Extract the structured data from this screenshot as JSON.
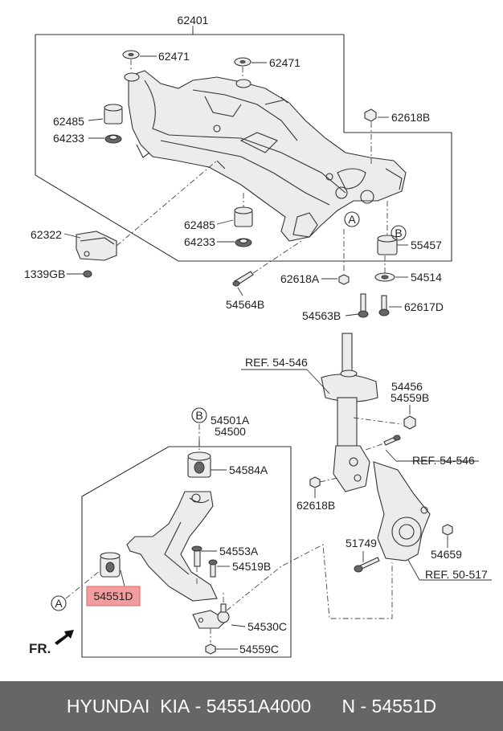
{
  "labels": {
    "p62401": "62401",
    "p62471a": "62471",
    "p62471b": "62471",
    "p62485a": "62485",
    "p64233a": "64233",
    "p62618B_top": "62618B",
    "p62485b": "62485",
    "p64233b": "64233",
    "p62322": "62322",
    "p1339GB": "1339GB",
    "p55457": "55457",
    "p62618A": "62618A",
    "p54514": "54514",
    "p54564B": "54564B",
    "p54563B": "54563B",
    "p62617D": "62617D",
    "ref54546a": "REF. 54-546",
    "p54456": "54456",
    "p54559B": "54559B",
    "ref54546b": "REF. 54-546",
    "p54501A": "54501A",
    "p54500": "54500",
    "p54584A": "54584A",
    "p62618B_mid": "62618B",
    "p54553A": "54553A",
    "p51749": "51749",
    "p54519B": "54519B",
    "p54659": "54659",
    "ref50517": "REF. 50-517",
    "p54551D": "54551D",
    "p54530C": "54530C",
    "p54559C": "54559C",
    "circle_A": "A",
    "circle_B": "B",
    "fr": "FR."
  },
  "highlight_color": "#f29d9d",
  "footer": {
    "brand": "HYUNDAI  KIA",
    "part_no": "- 54551A4000",
    "ref": "N - 54551D",
    "background": "#666666"
  }
}
